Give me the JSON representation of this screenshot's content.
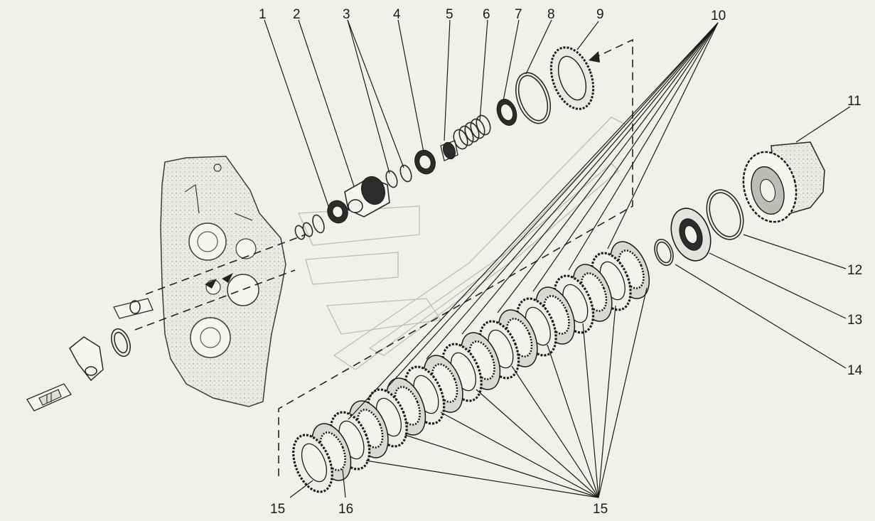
{
  "callouts": [
    "1",
    "2",
    "3",
    "4",
    "5",
    "6",
    "7",
    "8",
    "9",
    "10",
    "11",
    "12",
    "13",
    "14",
    "15",
    "16",
    "15"
  ]
}
